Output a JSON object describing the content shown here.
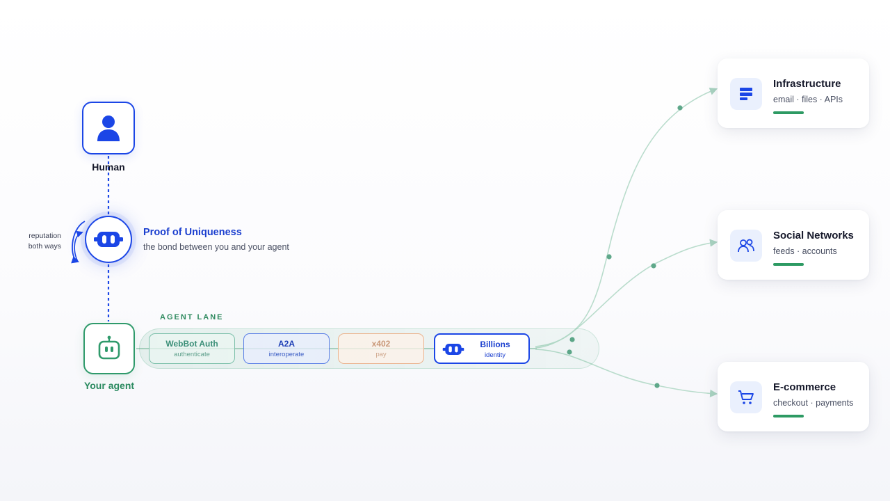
{
  "colors": {
    "identity_blue": "#1b46e6",
    "agent_green": "#2f9a6b",
    "x402_orange": "#ebb48f",
    "wire_green": "#8fc4ad",
    "dot_green": "#5fa88a"
  },
  "human": {
    "label": "Human",
    "icon": "person-icon"
  },
  "proof": {
    "title": "Proof of Uniqueness",
    "subtitle": "the bond between you and your agent",
    "icon": "billions-eyes-icon"
  },
  "reputation": {
    "line1": "reputation",
    "line2": "both ways"
  },
  "agent": {
    "label": "Your agent",
    "icon": "robot-icon"
  },
  "lane": {
    "title": "AGENT LANE",
    "steps": [
      {
        "label": "WebBot Auth",
        "sub": "authenticate"
      },
      {
        "label": "A2A",
        "sub": "interoperate"
      },
      {
        "label": "x402",
        "sub": "pay"
      },
      {
        "label": "Billions",
        "sub": "identity",
        "icon": "billions-eyes-icon"
      }
    ]
  },
  "destinations": [
    {
      "title": "Infrastructure",
      "sub": "email · files · APIs",
      "icon": "server-icon"
    },
    {
      "title": "Social Networks",
      "sub": "feeds · accounts",
      "icon": "users-icon"
    },
    {
      "title": "E-commerce",
      "sub": "checkout · payments",
      "icon": "cart-icon"
    }
  ]
}
